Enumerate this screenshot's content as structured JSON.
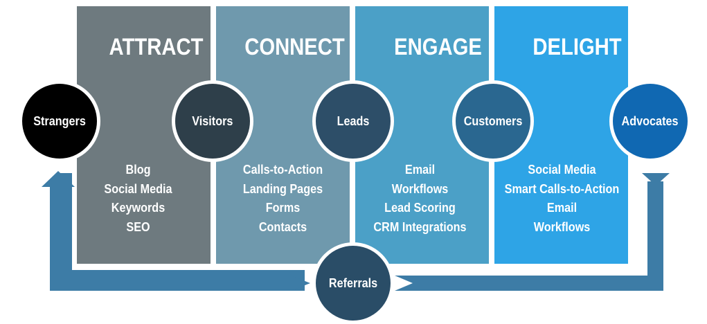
{
  "colors": {
    "attract": "#6e7a7f",
    "connect": "#6f99ad",
    "engage": "#4ba0c7",
    "delight": "#2ea4e6",
    "strangers": "#000000",
    "visitors": "#2e3f4a",
    "leads": "#2d4e68",
    "customers": "#2a6790",
    "advocates": "#1068b2",
    "referrals": "#2a4d67",
    "loop_arrow": "#3d7ca6"
  },
  "stages": [
    {
      "title": "ATTRACT",
      "items": [
        "Blog",
        "Social Media",
        "Keywords",
        "SEO"
      ]
    },
    {
      "title": "CONNECT",
      "items": [
        "Calls-to-Action",
        "Landing Pages",
        "Forms",
        "Contacts"
      ]
    },
    {
      "title": "ENGAGE",
      "items": [
        "Email",
        "Workflows",
        "Lead Scoring",
        "CRM Integrations"
      ]
    },
    {
      "title": "DELIGHT",
      "items": [
        "Social Media",
        "Smart Calls-to-Action",
        "Email",
        "Workflows"
      ]
    }
  ],
  "nodes": {
    "strangers": "Strangers",
    "visitors": "Visitors",
    "leads": "Leads",
    "customers": "Customers",
    "advocates": "Advocates",
    "referrals": "Referrals"
  }
}
